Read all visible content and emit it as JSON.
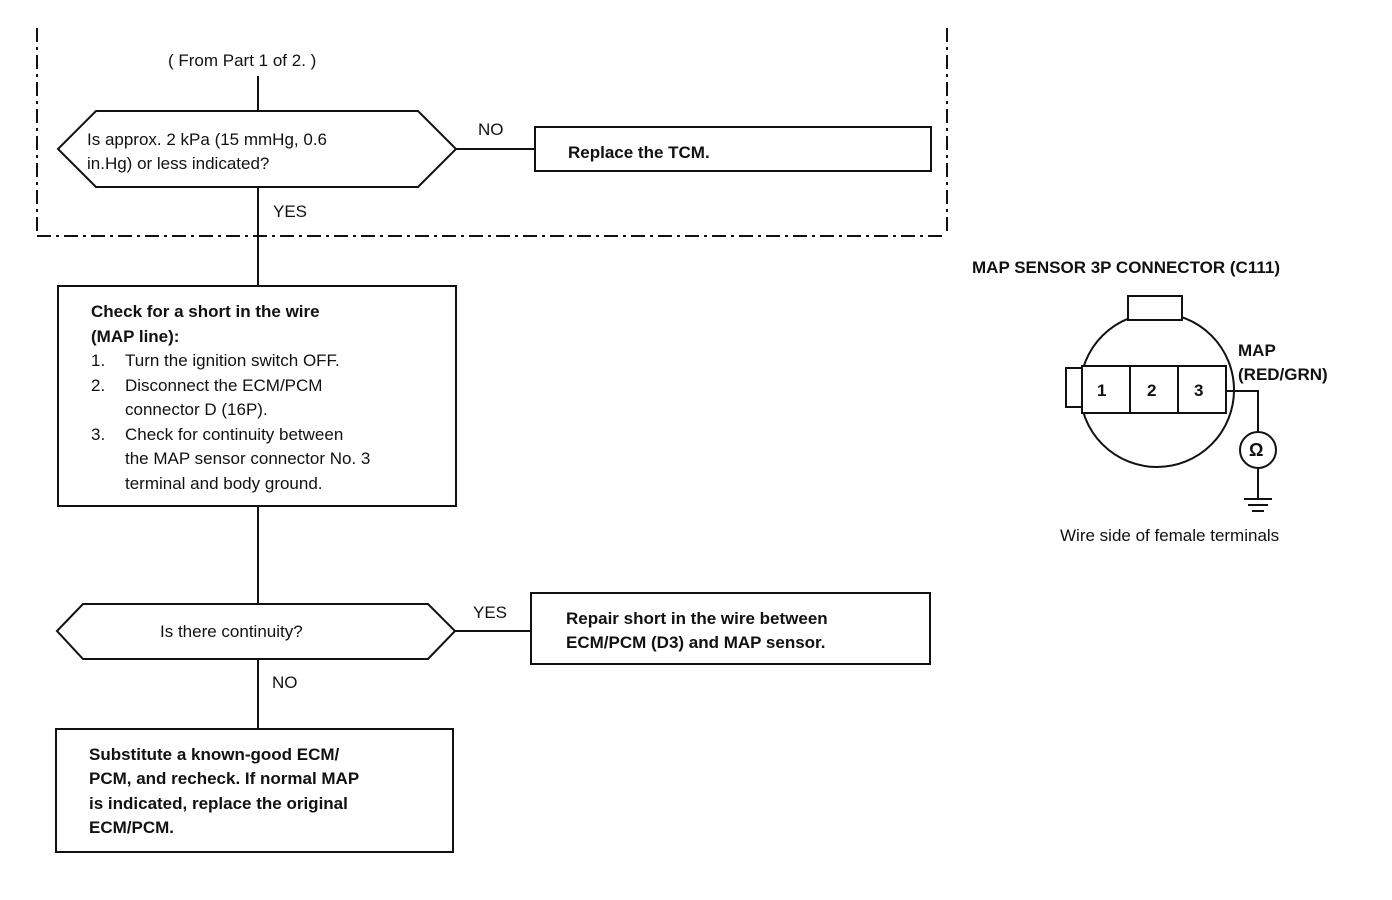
{
  "flowchart": {
    "from_label": "( From Part 1 of 2. )",
    "decision1": {
      "text_line1": "Is approx. 2 kPa (15 mmHg, 0.6",
      "text_line2": "in.Hg) or less indicated?",
      "no_label": "NO",
      "yes_label": "YES"
    },
    "replace_tcm": "Replace the TCM.",
    "check_short": {
      "title_line1": "Check for a short in the wire",
      "title_line2": "(MAP line):",
      "steps": [
        {
          "num": "1.",
          "lines": [
            "Turn the ignition switch OFF."
          ]
        },
        {
          "num": "2.",
          "lines": [
            "Disconnect the ECM/PCM",
            "connector D (16P)."
          ]
        },
        {
          "num": "3.",
          "lines": [
            "Check for continuity between",
            "the MAP sensor connector No. 3",
            "terminal and body ground."
          ]
        }
      ]
    },
    "decision2": {
      "text": "Is there continuity?",
      "yes_label": "YES",
      "no_label": "NO"
    },
    "repair_short": {
      "line1": "Repair short in the wire between",
      "line2": "ECM/PCM (D3) and MAP sensor."
    },
    "substitute": {
      "line1": "Substitute a known-good ECM/",
      "line2": "PCM, and recheck. If normal MAP",
      "line3": "is indicated, replace the original",
      "line4": "ECM/PCM."
    }
  },
  "connector": {
    "title": "MAP SENSOR 3P CONNECTOR (C111)",
    "pins": [
      "1",
      "2",
      "3"
    ],
    "wire_label_line1": "MAP",
    "wire_label_line2": "(RED/GRN)",
    "meter_symbol": "Ω",
    "caption": "Wire side of female terminals"
  }
}
